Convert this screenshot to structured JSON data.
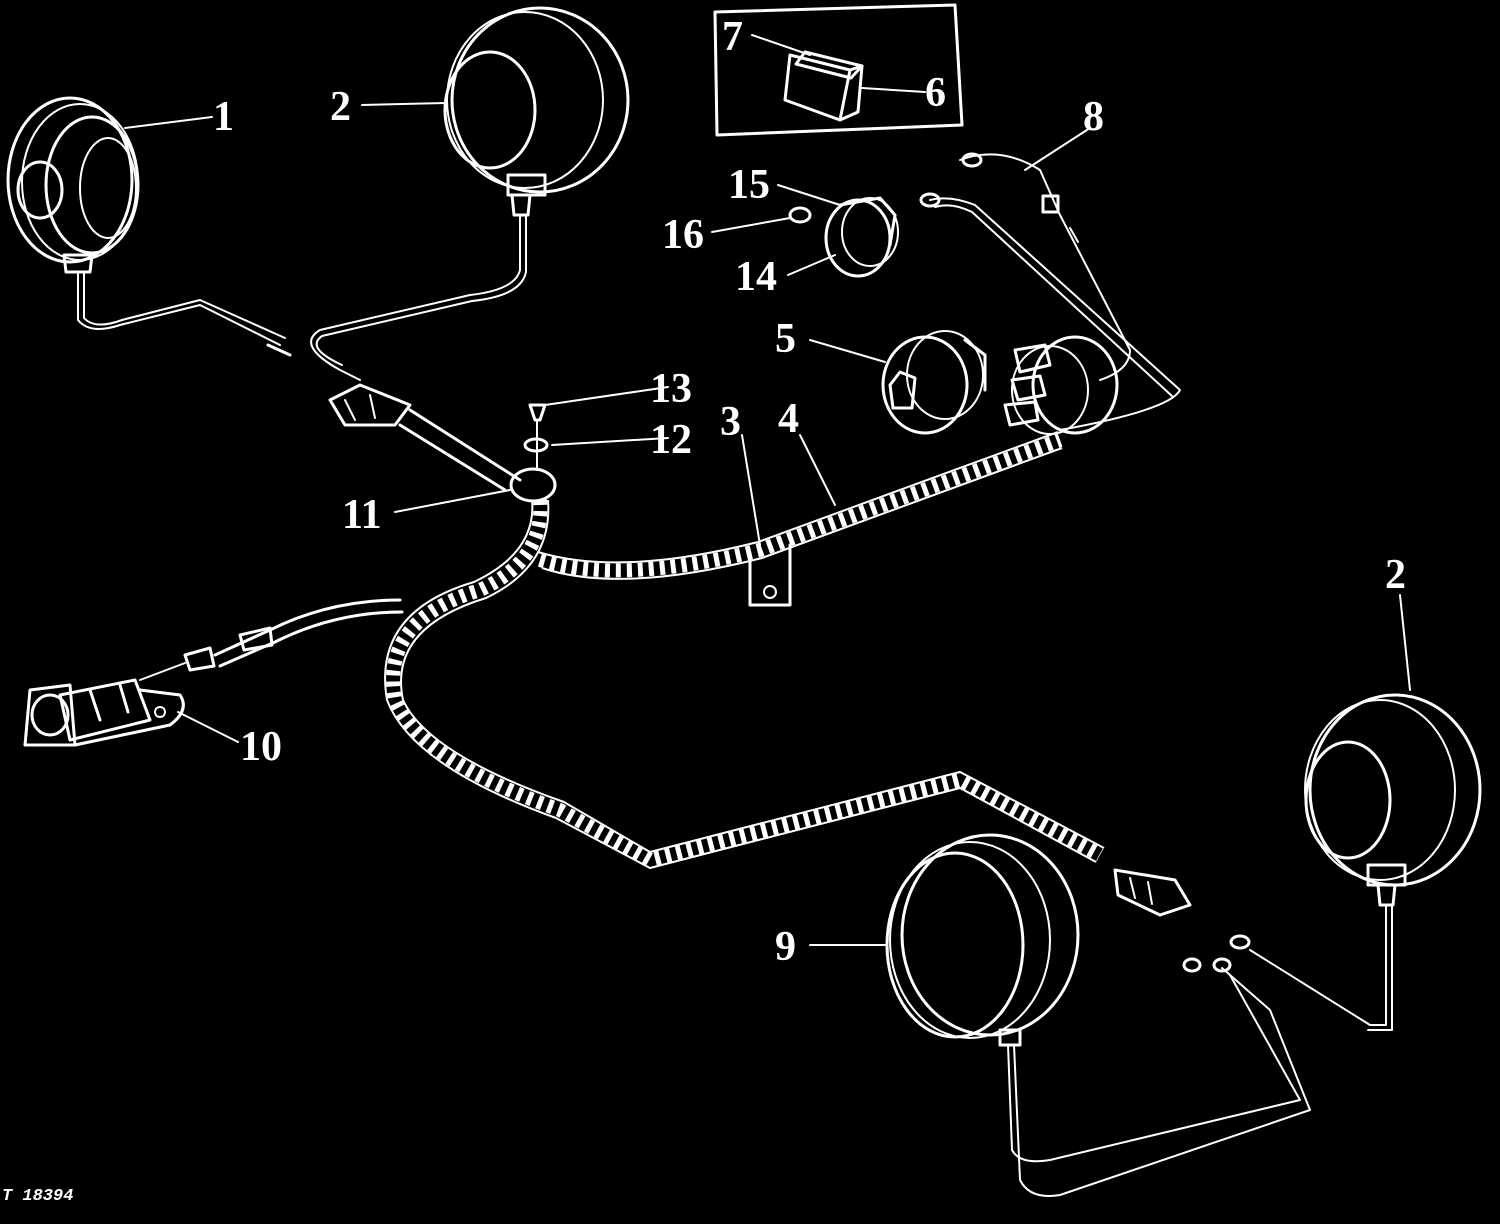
{
  "figure_code": "T 18394",
  "callouts": {
    "c1": "1",
    "c2a": "2",
    "c2b": "2",
    "c3": "3",
    "c4": "4",
    "c5": "5",
    "c6": "6",
    "c7": "7",
    "c8": "8",
    "c9": "9",
    "c10": "10",
    "c11": "11",
    "c12": "12",
    "c13": "13",
    "c14": "14",
    "c15": "15",
    "c16": "16"
  }
}
